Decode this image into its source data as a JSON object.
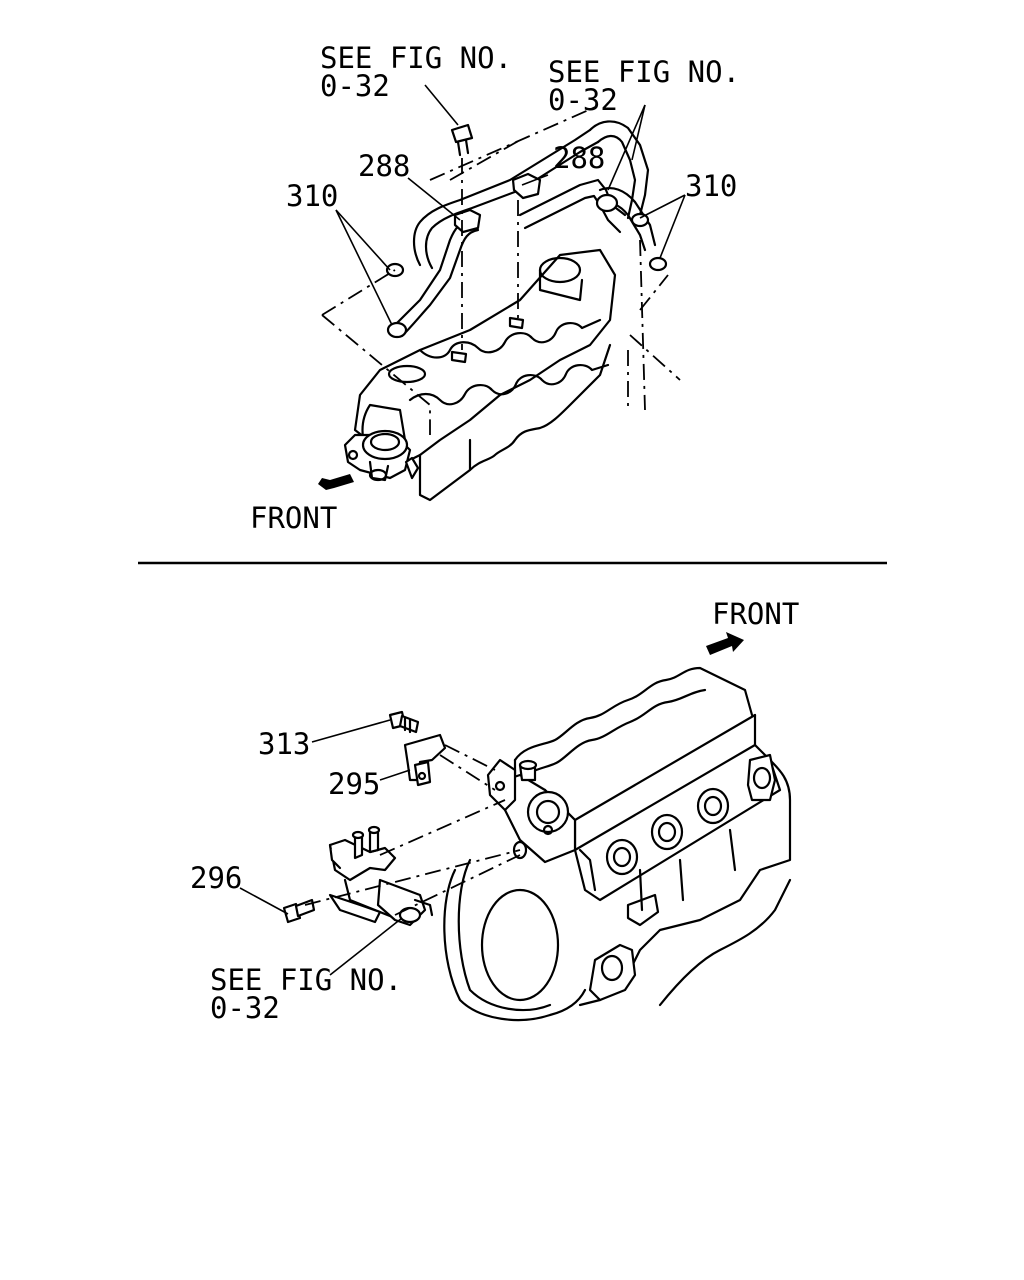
{
  "top_view": {
    "see_fig_left": {
      "line1": "SEE FIG NO.",
      "line2": "0-32"
    },
    "see_fig_right": {
      "line1": "SEE FIG NO.",
      "line2": "0-32"
    },
    "callouts": {
      "clip_left": "288",
      "clip_right": "288",
      "hose_clamp_left": "310",
      "hose_clamp_right": "310"
    },
    "front_label": "FRONT"
  },
  "bottom_view": {
    "front_label": "FRONT",
    "callouts": {
      "bolt_top": "313",
      "bracket": "295",
      "bolt_bottom": "296"
    },
    "see_fig": {
      "line1": "SEE FIG NO.",
      "line2": "0-32"
    }
  }
}
